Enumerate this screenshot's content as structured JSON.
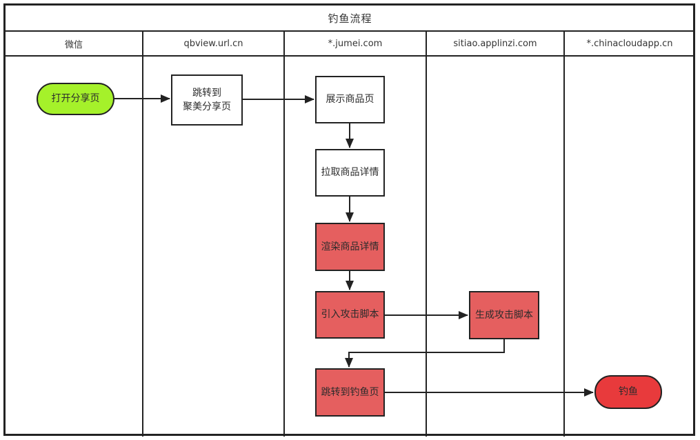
{
  "title": "钓鱼流程",
  "lanes": [
    {
      "id": "wechat",
      "label": "微信"
    },
    {
      "id": "qbview",
      "label": "qbview.url.cn"
    },
    {
      "id": "jumei",
      "label": "*.jumei.com"
    },
    {
      "id": "sitiao",
      "label": "sitiao.applinzi.com"
    },
    {
      "id": "chinacloudapp",
      "label": "*.chinacloudapp.cn"
    }
  ],
  "nodes": {
    "open_share": {
      "label": "打开分享页",
      "lane": "微信",
      "shape": "terminator",
      "fill": "#A5F12A"
    },
    "jump_jumei_share": {
      "label": "跳转到\n聚美分享页",
      "lane": "qbview.url.cn",
      "shape": "process",
      "fill": "#FFFFFF"
    },
    "show_product": {
      "label": "展示商品页",
      "lane": "*.jumei.com",
      "shape": "process",
      "fill": "#FFFFFF"
    },
    "fetch_detail": {
      "label": "拉取商品详情",
      "lane": "*.jumei.com",
      "shape": "process",
      "fill": "#FFFFFF"
    },
    "render_detail": {
      "label": "渲染商品详情",
      "lane": "*.jumei.com",
      "shape": "process",
      "fill": "#E55F5F"
    },
    "inject_script": {
      "label": "引入攻击脚本",
      "lane": "*.jumei.com",
      "shape": "process",
      "fill": "#E55F5F"
    },
    "generate_script": {
      "label": "生成攻击脚本",
      "lane": "sitiao.applinzi.com",
      "shape": "process",
      "fill": "#E55F5F"
    },
    "jump_phishing": {
      "label": "跳转到钓鱼页",
      "lane": "*.jumei.com",
      "shape": "process",
      "fill": "#E55F5F"
    },
    "phishing": {
      "label": "钓鱼",
      "lane": "*.chinacloudapp.cn",
      "shape": "terminator",
      "fill": "#E83A3C"
    }
  },
  "edges": [
    {
      "from": "open_share",
      "to": "jump_jumei_share"
    },
    {
      "from": "jump_jumei_share",
      "to": "show_product"
    },
    {
      "from": "show_product",
      "to": "fetch_detail"
    },
    {
      "from": "fetch_detail",
      "to": "render_detail"
    },
    {
      "from": "render_detail",
      "to": "inject_script"
    },
    {
      "from": "inject_script",
      "to": "generate_script"
    },
    {
      "from": "generate_script",
      "to": "jump_phishing"
    },
    {
      "from": "jump_phishing",
      "to": "phishing"
    }
  ],
  "colors": {
    "stroke": "#222222",
    "start_fill": "#A5F12A",
    "process_fill": "#FFFFFF",
    "danger_fill": "#E55F5F",
    "end_fill": "#E83A3C",
    "background": "#FFFFFF"
  }
}
